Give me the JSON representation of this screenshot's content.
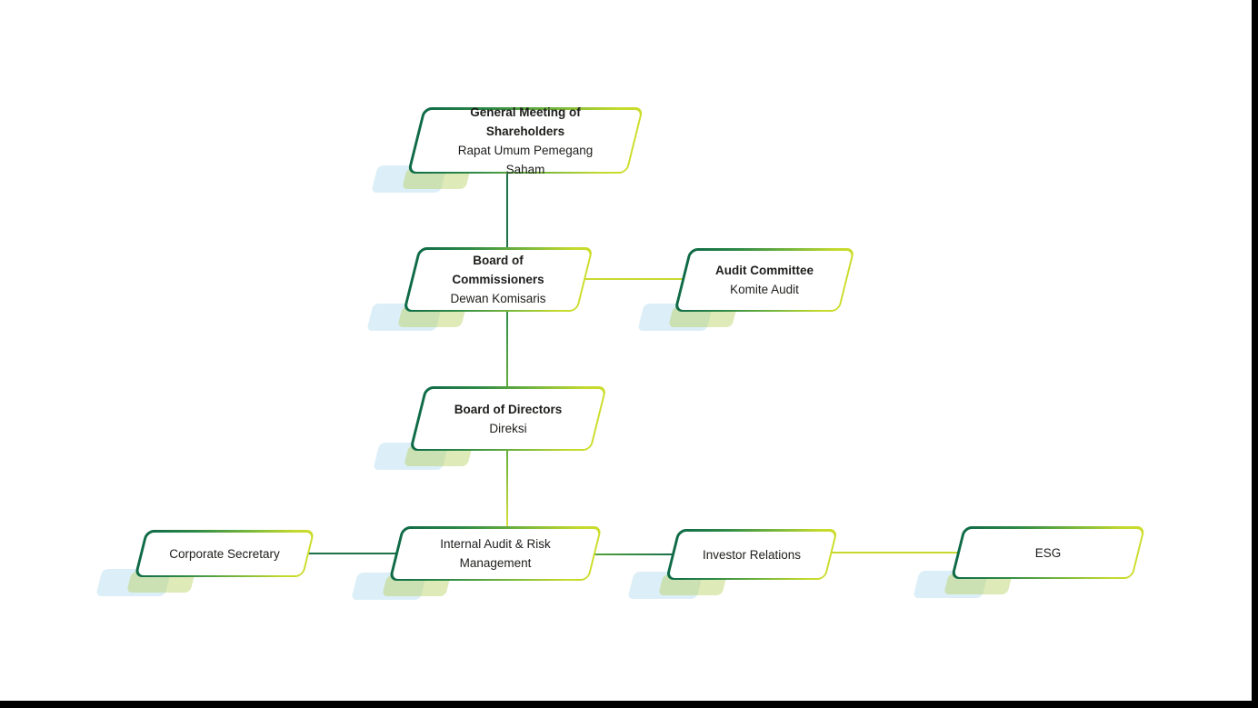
{
  "page": {
    "background": "#ffffff",
    "letterbox_color": "#000000"
  },
  "diagram": {
    "type": "org-chart",
    "nodes": [
      {
        "id": "gms",
        "title": "General Meeting of Shareholders",
        "subtitle": "Rapat Umum Pemegang Saham"
      },
      {
        "id": "boc",
        "title": "Board of Commissioners",
        "subtitle": "Dewan Komisaris"
      },
      {
        "id": "audit",
        "title": "Audit Committee",
        "subtitle": "Komite Audit"
      },
      {
        "id": "bod",
        "title": "Board of Directors",
        "subtitle": "Direksi"
      },
      {
        "id": "cs",
        "title": "Corporate Secretary"
      },
      {
        "id": "ia",
        "title": "Internal Audit & Risk Management"
      },
      {
        "id": "ir",
        "title": "Investor Relations"
      },
      {
        "id": "esg",
        "title": "ESG"
      }
    ],
    "edges": [
      {
        "from": "General Meeting of Shareholders",
        "to": "Board of Commissioners",
        "orientation": "vertical",
        "color": "#1d7048"
      },
      {
        "from": "Board of Commissioners",
        "to": "Audit Committee",
        "orientation": "horizontal",
        "color": "#c9d930"
      },
      {
        "from": "Board of Commissioners",
        "to": "Board of Directors",
        "orientation": "vertical",
        "color": "#2f8c4a"
      },
      {
        "from": "Board of Directors",
        "to": "Internal Audit & Risk Management",
        "orientation": "vertical",
        "color": "#63ad3a-#d9e23c"
      },
      {
        "from": "Corporate Secretary",
        "to": "Internal Audit & Risk Management",
        "orientation": "horizontal",
        "color": "#1d7048"
      },
      {
        "from": "Internal Audit & Risk Management",
        "to": "Investor Relations",
        "orientation": "horizontal",
        "color": "#17704a"
      },
      {
        "from": "Investor Relations",
        "to": "ESG",
        "orientation": "horizontal",
        "color": "#c9d930"
      }
    ],
    "colors": {
      "border_gradient_start": "#0e6a47",
      "border_gradient_end": "#ccdd2b",
      "line_dark_green": "#1d7048",
      "line_mid_green": "#55a33c",
      "line_yellow_green": "#c9d930",
      "accent_blue": "#cfe7f4",
      "accent_green": "#d4e19a",
      "text": "#1d1d1b"
    }
  }
}
